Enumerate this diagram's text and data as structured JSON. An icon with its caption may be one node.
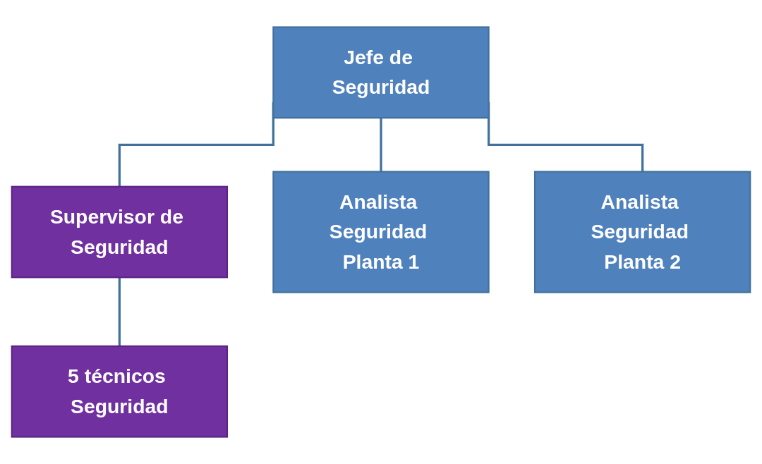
{
  "diagram": {
    "nodes": [
      {
        "text": [
          "Jefe de Seguridad"
        ]
      },
      {
        "text": [
          "Supervisor de Seguridad"
        ]
      },
      {
        "text": [
          "Analista Seguridad Planta 1"
        ]
      },
      {
        "text": [
          "Analista Seguridad Planta 2"
        ]
      },
      {
        "text": [
          "5 técnicos Seguridad"
        ]
      }
    ],
    "edges": [
      {
        "from": 0,
        "to": 1,
        "arrow": "none"
      },
      {
        "from": 0,
        "to": 2,
        "arrow": "none"
      },
      {
        "from": 0,
        "to": 3,
        "arrow": "none"
      },
      {
        "from": 1,
        "to": 4,
        "arrow": "none"
      }
    ]
  }
}
